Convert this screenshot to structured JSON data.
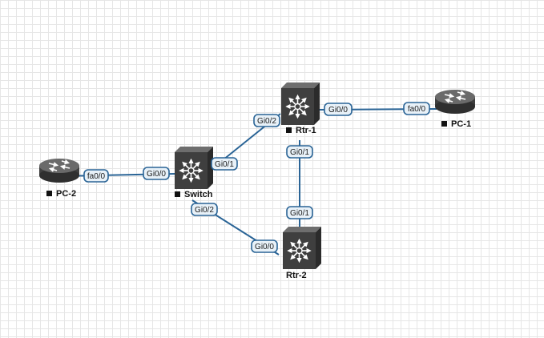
{
  "colors": {
    "link": "#2a6496",
    "port_fill": "#e8f1f8",
    "device_dark": "#3f3f3f",
    "device_top": "#6e6e6e"
  },
  "nodes": {
    "pc2": {
      "label": "PC-2",
      "icon": "router-icon"
    },
    "pc1": {
      "label": "PC-1",
      "icon": "router-icon"
    },
    "switch": {
      "label": "Switch",
      "icon": "multilayer-switch-icon"
    },
    "rtr1": {
      "label": "Rtr-1",
      "icon": "multilayer-switch-icon"
    },
    "rtr2": {
      "label": "Rtr-2",
      "icon": "multilayer-switch-icon"
    }
  },
  "links": {
    "pc2_switch": {
      "a": "fa0/0",
      "b": "Gi0/0"
    },
    "switch_rtr1": {
      "a": "Gi0/1",
      "b": "Gi0/2"
    },
    "switch_rtr2": {
      "a": "Gi0/2",
      "b": "Gi0/0"
    },
    "rtr1_pc1": {
      "a": "Gi0/0",
      "b": "fa0/0"
    },
    "rtr1_rtr2": {
      "a": "Gi0/1",
      "b": "Gi0/1"
    }
  }
}
